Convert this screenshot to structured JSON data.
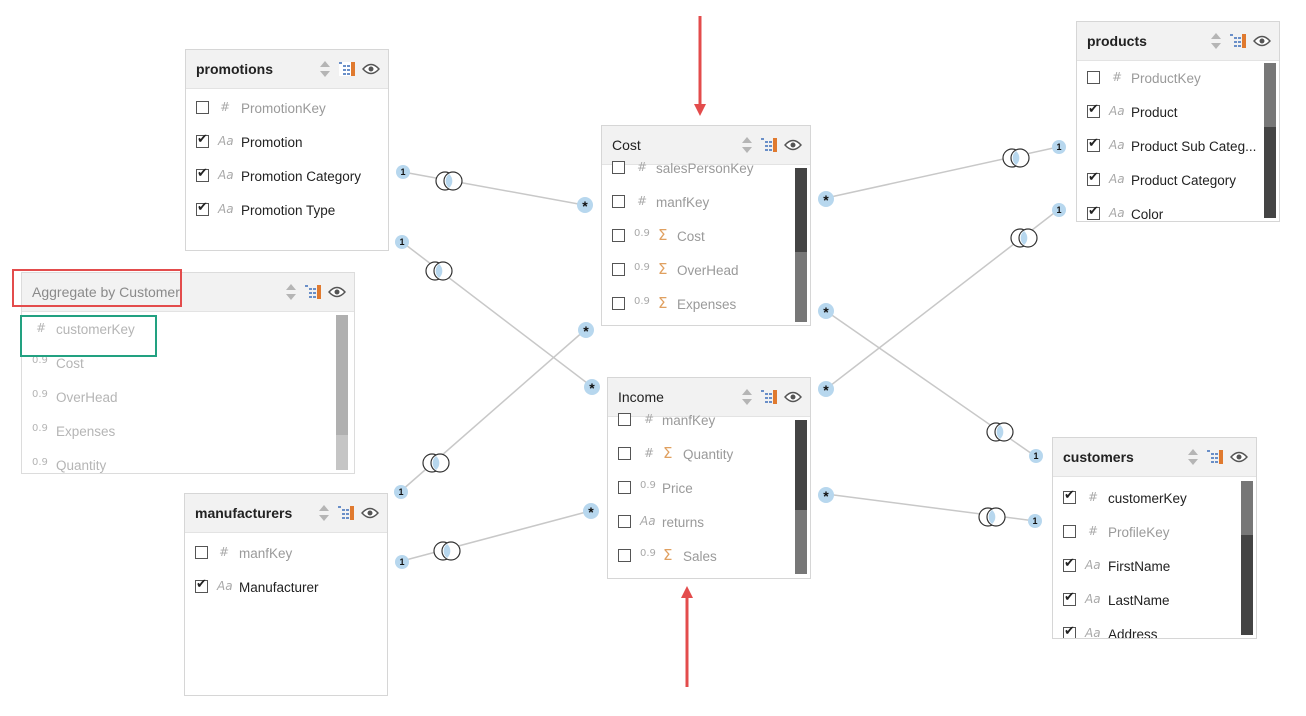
{
  "tables": {
    "promotions": {
      "name": "promotions",
      "fields": [
        {
          "type": "#",
          "label": "PromotionKey",
          "checked": false
        },
        {
          "type": "Aa",
          "label": "Promotion",
          "checked": true
        },
        {
          "type": "Aa",
          "label": "Promotion Category",
          "checked": true
        },
        {
          "type": "Aa",
          "label": "Promotion Type",
          "checked": true
        }
      ]
    },
    "aggregate": {
      "name": "Aggregate by Customer",
      "fields": [
        {
          "type": "#",
          "label": "customerKey"
        },
        {
          "type": "0.9",
          "label": "Cost"
        },
        {
          "type": "0.9",
          "label": "OverHead"
        },
        {
          "type": "0.9",
          "label": "Expenses"
        },
        {
          "type": "0.9",
          "label": "Quantity"
        }
      ]
    },
    "manufacturers": {
      "name": "manufacturers",
      "fields": [
        {
          "type": "#",
          "label": "manfKey",
          "checked": false
        },
        {
          "type": "Aa",
          "label": "Manufacturer",
          "checked": true
        }
      ]
    },
    "cost": {
      "name": "Cost",
      "fields": [
        {
          "type": "#",
          "sigma": false,
          "label": "salesPersonKey"
        },
        {
          "type": "#",
          "sigma": false,
          "label": "manfKey"
        },
        {
          "type": "0.9",
          "sigma": true,
          "label": "Cost"
        },
        {
          "type": "0.9",
          "sigma": true,
          "label": "OverHead"
        },
        {
          "type": "0.9",
          "sigma": true,
          "label": "Expenses"
        }
      ]
    },
    "income": {
      "name": "Income",
      "fields": [
        {
          "type": "#",
          "sigma": false,
          "label": "manfKey"
        },
        {
          "type": "#",
          "sigma": true,
          "label": "Quantity"
        },
        {
          "type": "0.9",
          "sigma": false,
          "label": "Price"
        },
        {
          "type": "Aa",
          "sigma": false,
          "label": "returns"
        },
        {
          "type": "0.9",
          "sigma": true,
          "label": "Sales"
        }
      ]
    },
    "products": {
      "name": "products",
      "fields": [
        {
          "type": "#",
          "label": "ProductKey",
          "checked": false
        },
        {
          "type": "Aa",
          "label": "Product",
          "checked": true
        },
        {
          "type": "Aa",
          "label": "Product Sub Categ...",
          "checked": true
        },
        {
          "type": "Aa",
          "label": "Product Category",
          "checked": true
        },
        {
          "type": "Aa",
          "label": "Color",
          "checked": true
        }
      ]
    },
    "customers": {
      "name": "customers",
      "fields": [
        {
          "type": "#",
          "label": "customerKey",
          "checked": true
        },
        {
          "type": "#",
          "label": "ProfileKey",
          "checked": false
        },
        {
          "type": "Aa",
          "label": "FirstName",
          "checked": true
        },
        {
          "type": "Aa",
          "label": "LastName",
          "checked": true
        },
        {
          "type": "Aa",
          "label": "Address",
          "checked": true
        }
      ]
    }
  },
  "cardinality": {
    "one": "1",
    "many": "*"
  },
  "colors": {
    "accent_badge": "#b7d7ee",
    "highlight_red": "#e34c4c",
    "highlight_green": "#22a181",
    "arrow_red": "#e34c4c"
  }
}
